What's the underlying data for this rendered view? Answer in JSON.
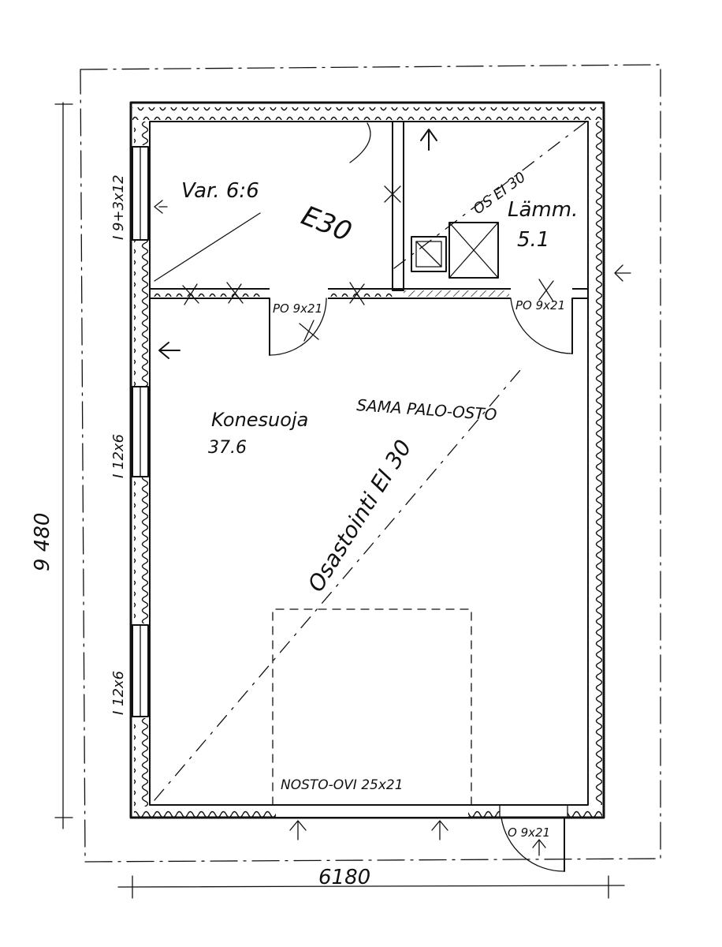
{
  "labels": {
    "room_storage": "Var. 6:6",
    "room_storage_fire": "E30",
    "room_heating_line1": "Lämm.",
    "room_heating_line2": "5.1",
    "room_garage_line1": "Konesuoja",
    "room_garage_line2": "37.6",
    "fire_section_note": "SAMA PALO-OSTO",
    "fire_compartment": "Osastointi EI 30",
    "fire_partition_heating": "OS EI 30",
    "door_storage": "PO 9x21",
    "door_heating": "PO 9x21",
    "door_exterior": "O 9x21",
    "lift_door": "NOSTO-OVI 25x21",
    "window_top_left": "I 9+3x12",
    "window_mid_left": "I 12x6",
    "window_low_left": "I 12x6",
    "dim_height": "9 480",
    "dim_width": "6180"
  }
}
